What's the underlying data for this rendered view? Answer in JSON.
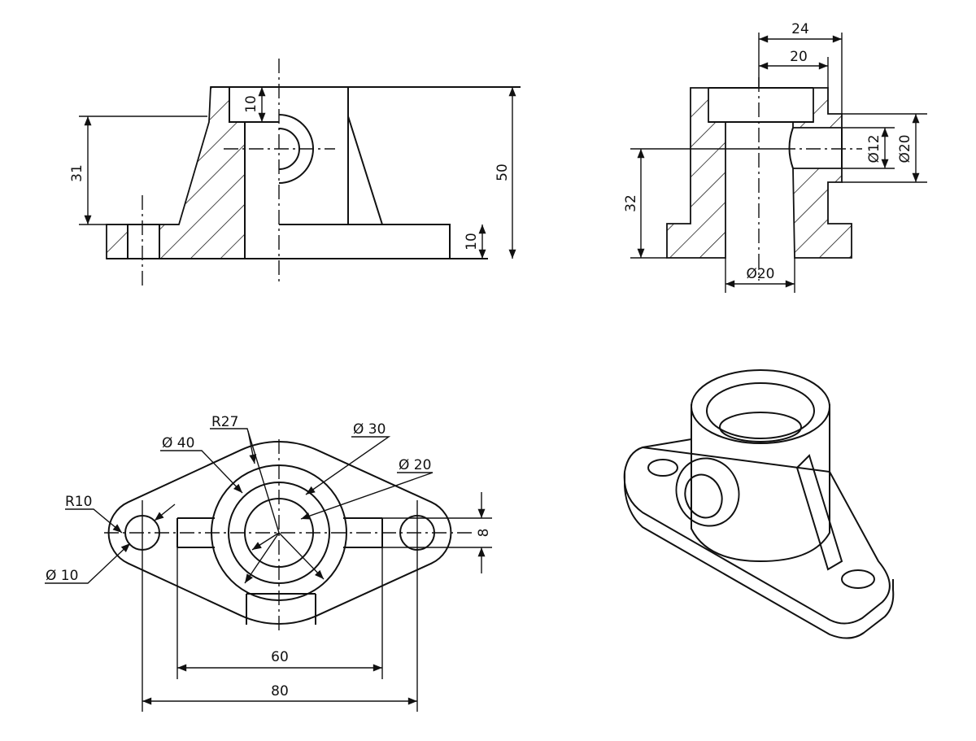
{
  "front_view": {
    "dims": {
      "height_31": "31",
      "counterbore_depth": "10",
      "total_height": "50",
      "base_thickness": "10"
    }
  },
  "side_view": {
    "dims": {
      "width_24": "24",
      "width_20": "20",
      "boss_hole": "Ø12",
      "boss_dia": "Ø20",
      "axis_height": "32",
      "bore": "Ø20"
    }
  },
  "top_view": {
    "dims": {
      "r27": "R27",
      "d40": "Ø 40",
      "d30": "Ø 30",
      "d20": "Ø 20",
      "r10": "R10",
      "d10": "Ø 10",
      "slot": "8",
      "span_60": "60",
      "span_80": "80"
    }
  },
  "colors": {
    "line": "#111111",
    "background": "#ffffff"
  }
}
